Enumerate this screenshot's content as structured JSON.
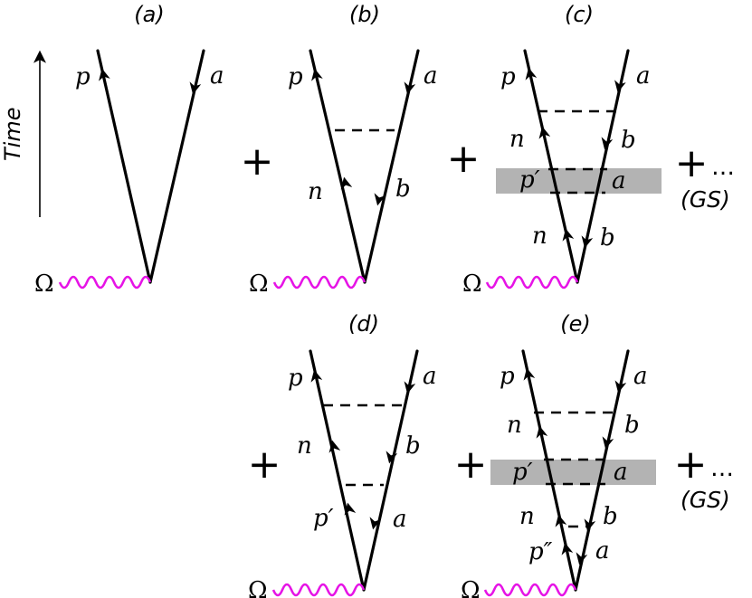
{
  "time_axis": {
    "label": "Time"
  },
  "panels": {
    "a": {
      "title": "(a)",
      "labels": {
        "p": "p",
        "a": "a"
      },
      "source": "Ω"
    },
    "b": {
      "title": "(b)",
      "labels": {
        "p": "p",
        "a": "a",
        "n": "n",
        "b": "b"
      },
      "source": "Ω"
    },
    "c": {
      "title": "(c)",
      "labels": {
        "p": "p",
        "a": "a",
        "n1": "n",
        "b1": "b",
        "pprime": "p′",
        "a2": "a",
        "n2": "n",
        "b2": "b"
      },
      "source": "Ω",
      "band_color": "#b3b3b3"
    },
    "d": {
      "title": "(d)",
      "labels": {
        "p": "p",
        "a": "a",
        "n": "n",
        "b": "b",
        "pprime": "p′",
        "a2": "a"
      },
      "source": "Ω"
    },
    "e": {
      "title": "(e)",
      "labels": {
        "p": "p",
        "a": "a",
        "n1": "n",
        "b1": "b",
        "pprime": "p′",
        "a2": "a",
        "n2": "n",
        "b2": "b",
        "pdouble": "p″",
        "a3": "a"
      },
      "source": "Ω",
      "band_color": "#b3b3b3"
    }
  },
  "operators": {
    "plus": "+",
    "ellipsis": "…",
    "gs_label": "(GS)"
  },
  "colors": {
    "wavy_line": "#e614e6",
    "lines": "#000000",
    "band": "#b3b3b3"
  }
}
